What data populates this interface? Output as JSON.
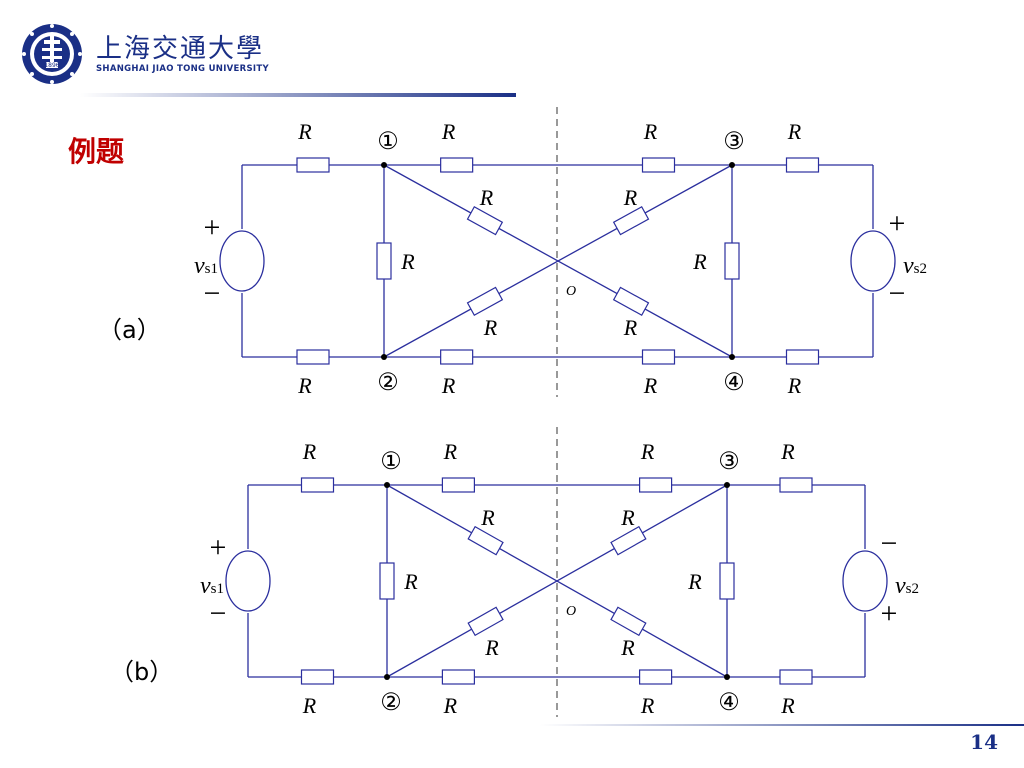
{
  "header": {
    "logo_cn": "上海交通大學",
    "logo_en": "SHANGHAI  JIAO TONG  UNIVERSITY",
    "logo_seal_year": "1896"
  },
  "title": "例题",
  "page_number": "14",
  "labels": {
    "resistor": "R",
    "node1": "①",
    "node2": "②",
    "node3": "③",
    "node4": "④",
    "center": "O",
    "vs1_base": "v",
    "vs1_sub": "s1",
    "vs2_base": "v",
    "vs2_sub": "s2",
    "plus": "+",
    "minus": "−"
  },
  "circuits": [
    {
      "label": "（a）",
      "vs2_top": "+",
      "vs2_bottom": "−"
    },
    {
      "label": "（b）",
      "vs2_top": "−",
      "vs2_bottom": "+"
    }
  ],
  "colors": {
    "wire": "#2b2f9e",
    "accent": "#1a2f86",
    "title": "#c00000"
  }
}
